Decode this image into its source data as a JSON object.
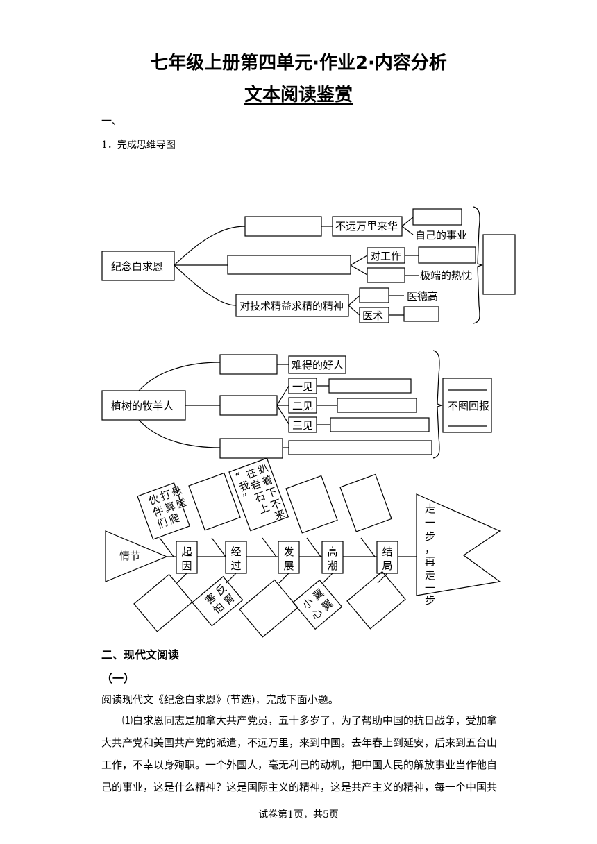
{
  "header": {
    "title": "七年级上册第四单元·作业2·内容分析",
    "subtitle": "文本阅读鉴赏"
  },
  "section1": {
    "heading": "一、",
    "q1": "1．完成思维导图"
  },
  "map1": {
    "root": "纪念白求恩",
    "branch1_label": "不远万里来华",
    "branch1_leaf": "自己的事业",
    "branch2_label1": "对工作",
    "branch2_leaf": "极端的热忱",
    "branch3": "对技术精益求精的精神",
    "branch3_leaf1": "医德高",
    "branch3_label2": "医术"
  },
  "map2": {
    "root": "植树的牧羊人",
    "branch1_label": "难得的好人",
    "meet1": "一见",
    "meet2": "二见",
    "meet3": "三见",
    "conclusion": "不图回报"
  },
  "fishbone": {
    "head": "情节",
    "tail": "走一步，再走一步",
    "stages": [
      "起因",
      "经过",
      "发展",
      "高潮",
      "结局"
    ],
    "upper1": "伙伴们打算爬悬崖",
    "upper2": "“我”在岩石上趴着下不来",
    "lower1": "害怕反胃",
    "lower2": "小心翼翼"
  },
  "section2": {
    "heading": "二、现代文阅读",
    "sub": "（一）",
    "instruction": "阅读现代文《纪念白求恩》(节选)，完成下面小题。",
    "paragraph": "⑴白求恩同志是加拿大共产党员，五十多岁了，为了帮助中国的抗日战争，受加拿大共产党和美国共产党的派遣，不远万里，来到中国。去年春上到延安，后来到五台山工作，不幸以身殉职。一个外国人，毫无利己的动机，把中国人民的解放事业当作他自己的事业，这是什么精神？这是国际主义的精神，这是共产主义的精神，每一个中国共"
  },
  "footer": "试卷第1页，共5页"
}
